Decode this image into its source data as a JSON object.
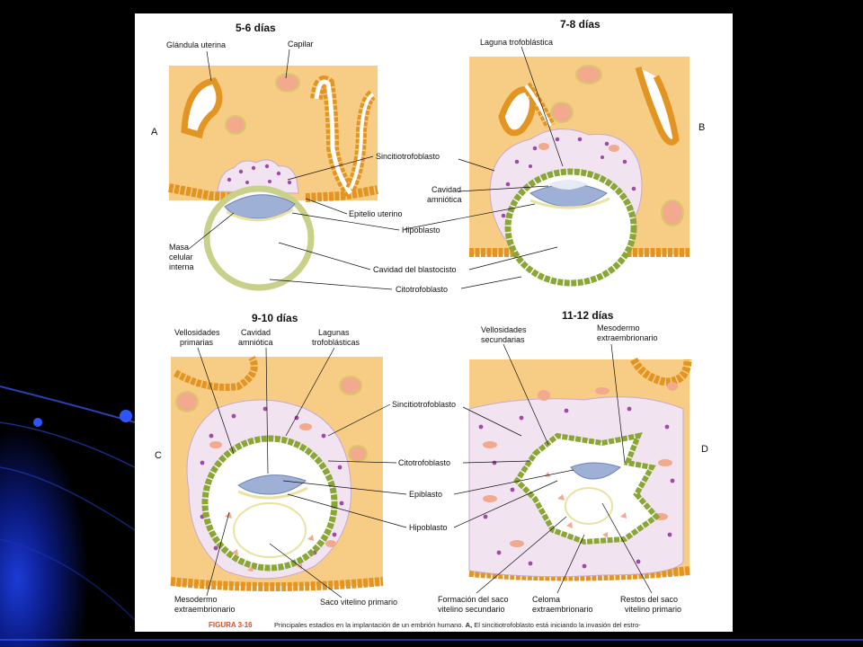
{
  "colors": {
    "tissue": "#f7cd85",
    "gland": "#e39524",
    "capillary": "#f2a98e",
    "sinci": "#f2e3f1",
    "cyto": "#8aa635",
    "blasto_wall": "#c8d089",
    "embryo": "#9fb0d6",
    "background": "#000000",
    "accent": "#0c2ea0"
  },
  "panels": [
    {
      "letter": "A",
      "title": "5-6 días",
      "labels": [
        "Glándula uterina",
        "Capilar",
        "Sincitiotrofoblasto",
        "Epitelio uterino",
        "Hipoblasto",
        "Masa",
        "celular",
        "interna",
        "Cavidad del blastocisto",
        "Citotrofoblasto"
      ]
    },
    {
      "letter": "B",
      "title": "7-8 días",
      "labels": [
        "Laguna trofoblástica",
        "Cavidad",
        "amniótica"
      ]
    },
    {
      "letter": "C",
      "title": "9-10 días",
      "labels": [
        "Vellosidades",
        "primarias",
        "Cavidad",
        "amniótica",
        "Lagunas",
        "trofoblásticas",
        "Sincitiotrofoblasto",
        "Citotrofoblasto",
        "Epiblasto",
        "Hipoblasto",
        "Mesodermo",
        "extraembrionario",
        "Saco vitelino primario"
      ]
    },
    {
      "letter": "D",
      "title": "11-12 días",
      "labels": [
        "Vellosidades",
        "secundarias",
        "Mesodermo",
        "extraembrionario",
        "Formación del saco",
        "vitelino secundario",
        "Celoma",
        "extraembrionario",
        "Restos del saco",
        "vitelino primario"
      ]
    }
  ],
  "caption": {
    "figure": "FIGURA 3-16",
    "text": "Principales estadios en la implantación de un embrión humano.",
    "bold": "A,",
    "rest": "El sincitiotrofoblasto está iniciando la invasión del estro-"
  }
}
